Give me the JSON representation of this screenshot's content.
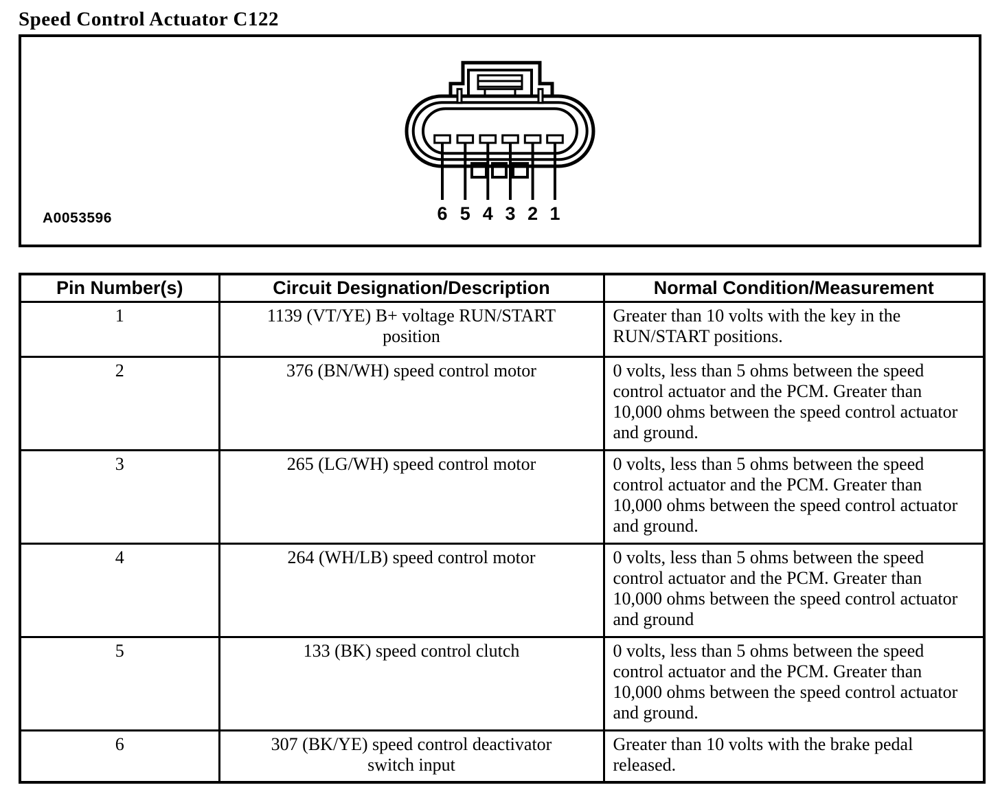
{
  "page": {
    "title": "Speed Control Actuator C122"
  },
  "figure": {
    "figure_id": "A0053596",
    "connector": {
      "description": "6-cavity speed control actuator connector, face view with latch on top",
      "pin_labels": [
        "6",
        "5",
        "4",
        "3",
        "2",
        "1"
      ]
    }
  },
  "table": {
    "headers": [
      "Pin Number(s)",
      "Circuit Designation/Description",
      "Normal Condition/Measurement"
    ],
    "rows": [
      {
        "pin": "1",
        "circuit": "1139 (VT/YE) B+ voltage RUN/START position",
        "condition": "Greater than 10 volts with the key in the RUN/START positions."
      },
      {
        "pin": "2",
        "circuit": "376 (BN/WH) speed control motor",
        "condition": "0 volts, less than 5 ohms between the speed control actuator and the PCM. Greater than 10,000 ohms between the speed control actuator and ground."
      },
      {
        "pin": "3",
        "circuit": "265 (LG/WH) speed control motor",
        "condition": "0 volts, less than 5 ohms between the speed control actuator and the PCM. Greater than 10,000 ohms between the speed control actuator and ground."
      },
      {
        "pin": "4",
        "circuit": "264 (WH/LB) speed control motor",
        "condition": "0 volts, less than 5 ohms between the speed control actuator and the PCM. Greater than 10,000 ohms between the speed control actuator and ground"
      },
      {
        "pin": "5",
        "circuit": "133 (BK) speed control clutch",
        "condition": "0 volts, less than 5 ohms between the speed control actuator and the PCM. Greater than 10,000 ohms between the speed control actuator and ground."
      },
      {
        "pin": "6",
        "circuit": "307 (BK/YE) speed control deactivator switch input",
        "condition": "Greater than 10 volts with the brake pedal released."
      }
    ]
  },
  "colors": {
    "ink": "#000000",
    "paper": "#ffffff"
  }
}
